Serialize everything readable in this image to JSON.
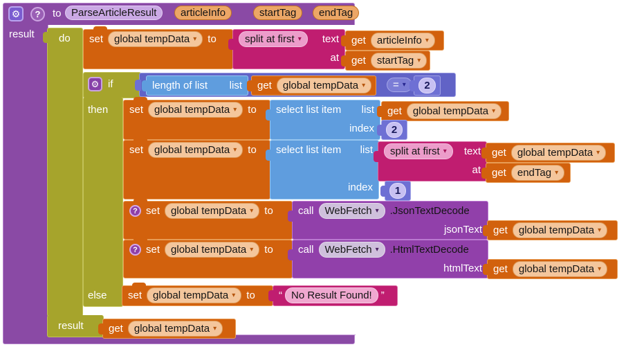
{
  "procedure": {
    "to": "to",
    "name": "ParseArticleResult",
    "params": [
      "articleInfo",
      "startTag",
      "endTag"
    ],
    "result": "result"
  },
  "labels": {
    "do": "do",
    "result": "result",
    "set": "set",
    "to": "to",
    "get": "get",
    "if": "if",
    "then": "then",
    "else": "else",
    "call": "call",
    "text": "text",
    "at": "at",
    "list": "list",
    "index": "index"
  },
  "blocks": {
    "split_at_first": "split at first",
    "length_of_list": "length of list",
    "select_list_item": "select list item",
    "equals": "=",
    "webfetch": "WebFetch",
    "json_method": ".JsonTextDecode",
    "html_method": ".HtmlTextDecode",
    "json_param": "jsonText",
    "html_param": "htmlText"
  },
  "vars": {
    "temp": "global tempData",
    "articleInfo": "articleInfo",
    "startTag": "startTag",
    "endTag": "endTag"
  },
  "values": {
    "compare": "2",
    "index_first": "2",
    "index_second": "1",
    "else_text": "No Result Found!",
    "quote_open": "“",
    "quote_close": "”"
  },
  "icons": {
    "gear": "⚙",
    "help": "?",
    "dropdown": "▾"
  },
  "colors": {
    "procedure_purple": "#8A4AA5",
    "control_olive": "#A6A42C",
    "variable_orange": "#D2610D",
    "text_magenta": "#C01D70",
    "list_blue": "#5F9DDE",
    "math_indigo": "#6E70D4",
    "component_purple": "#9140AA"
  }
}
